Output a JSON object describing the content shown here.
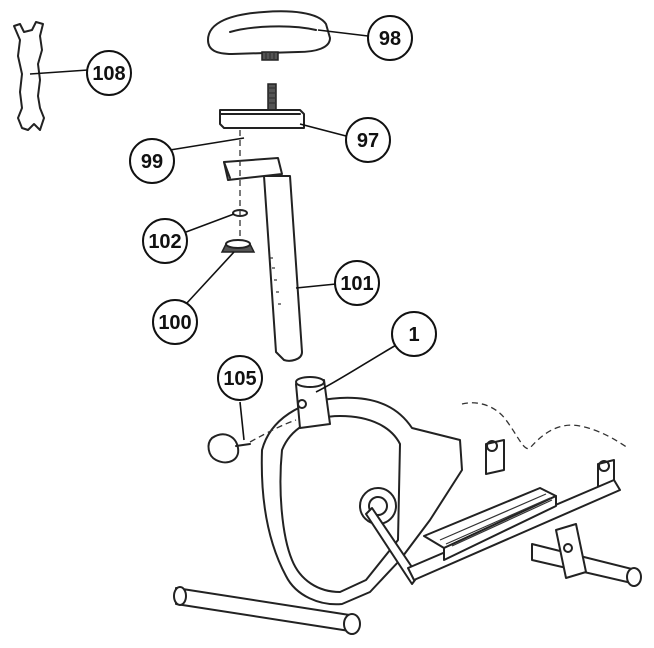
{
  "callouts": [
    {
      "id": "c98",
      "label": "98"
    },
    {
      "id": "c108",
      "label": "108"
    },
    {
      "id": "c97",
      "label": "97"
    },
    {
      "id": "c99",
      "label": "99"
    },
    {
      "id": "c102",
      "label": "102"
    },
    {
      "id": "c101",
      "label": "101"
    },
    {
      "id": "c100",
      "label": "100"
    },
    {
      "id": "c1",
      "label": "1"
    },
    {
      "id": "c105",
      "label": "105"
    }
  ]
}
